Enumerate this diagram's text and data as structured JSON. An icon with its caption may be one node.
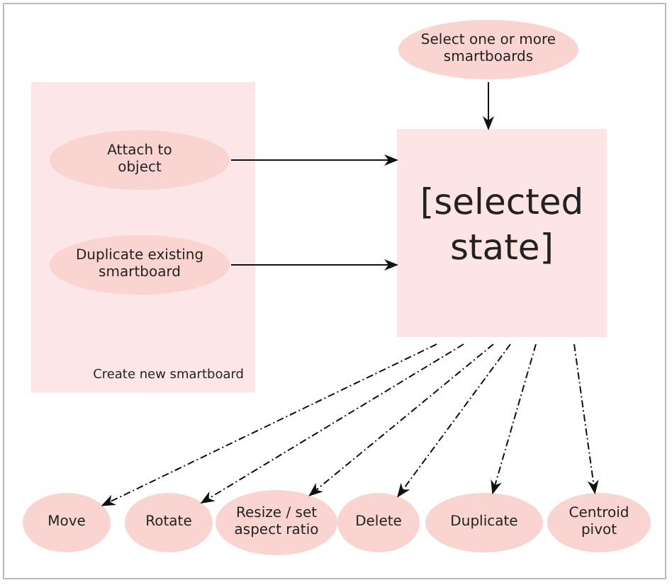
{
  "diagram": {
    "nodes": [
      {
        "text": [
          "Create new smartboard"
        ]
      },
      {
        "text": [
          "Attach to object"
        ],
        "in": 0
      },
      {
        "text": [
          "Duplicate existing smartboard"
        ],
        "in": 0
      },
      {
        "text": [
          "Select one or more smartboards"
        ]
      },
      {
        "text": [
          "[selected state]"
        ]
      },
      {
        "text": [
          "Move"
        ]
      },
      {
        "text": [
          "Rotate"
        ]
      },
      {
        "text": [
          "Resize / set aspect ratio"
        ]
      },
      {
        "text": [
          "Delete"
        ]
      },
      {
        "text": [
          "Duplicate"
        ]
      },
      {
        "text": [
          "Centroid pivot"
        ]
      }
    ],
    "edges": [
      {
        "from": 1,
        "to": 4,
        "arrow": "to"
      },
      {
        "from": 2,
        "to": 4,
        "arrow": "to"
      },
      {
        "from": 3,
        "to": 4,
        "arrow": "to"
      },
      {
        "from": 4,
        "to": 5,
        "arrow": "to",
        "style": "dashed"
      },
      {
        "from": 4,
        "to": 6,
        "arrow": "to",
        "style": "dashed"
      },
      {
        "from": 4,
        "to": 7,
        "arrow": "to",
        "style": "dashed"
      },
      {
        "from": 4,
        "to": 8,
        "arrow": "to",
        "style": "dashed"
      },
      {
        "from": 4,
        "to": 9,
        "arrow": "to",
        "style": "dashed"
      },
      {
        "from": 4,
        "to": 10,
        "arrow": "to",
        "style": "dashed"
      }
    ]
  }
}
